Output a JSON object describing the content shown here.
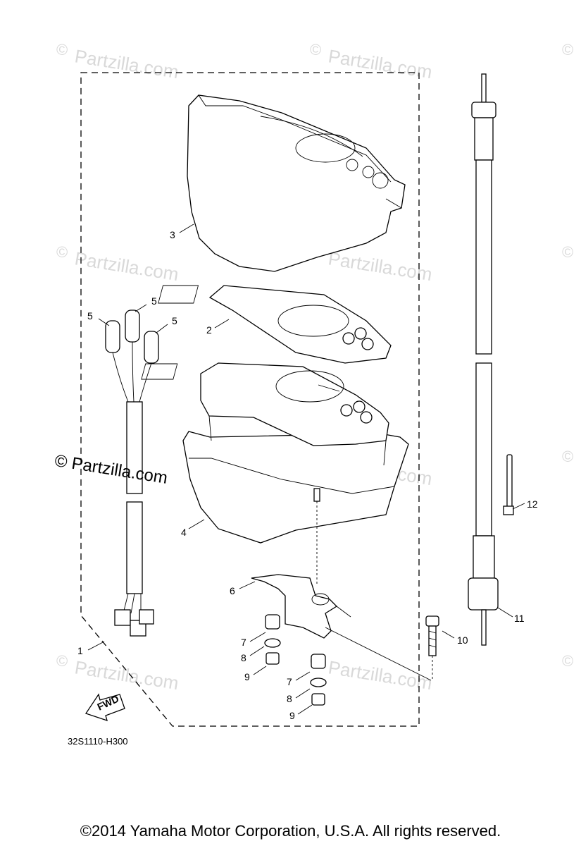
{
  "watermark": {
    "text": "© Partzilla.com",
    "small_text": "Partzilla.com",
    "copyright_mark": "©"
  },
  "diagram_code": "32S1110-H300",
  "fwd_label": "FWD",
  "footer": "©2014  Yamaha Motor Corporation, U.S.A. All rights reserved.",
  "callouts": {
    "c1": "1",
    "c2": "2",
    "c3": "3",
    "c4": "4",
    "c5a": "5",
    "c5b": "5",
    "c5c": "5",
    "c6": "6",
    "c7a": "7",
    "c7b": "7",
    "c8a": "8",
    "c8b": "8",
    "c9a": "9",
    "c9b": "9",
    "c10": "10",
    "c11": "11",
    "c12": "12"
  }
}
